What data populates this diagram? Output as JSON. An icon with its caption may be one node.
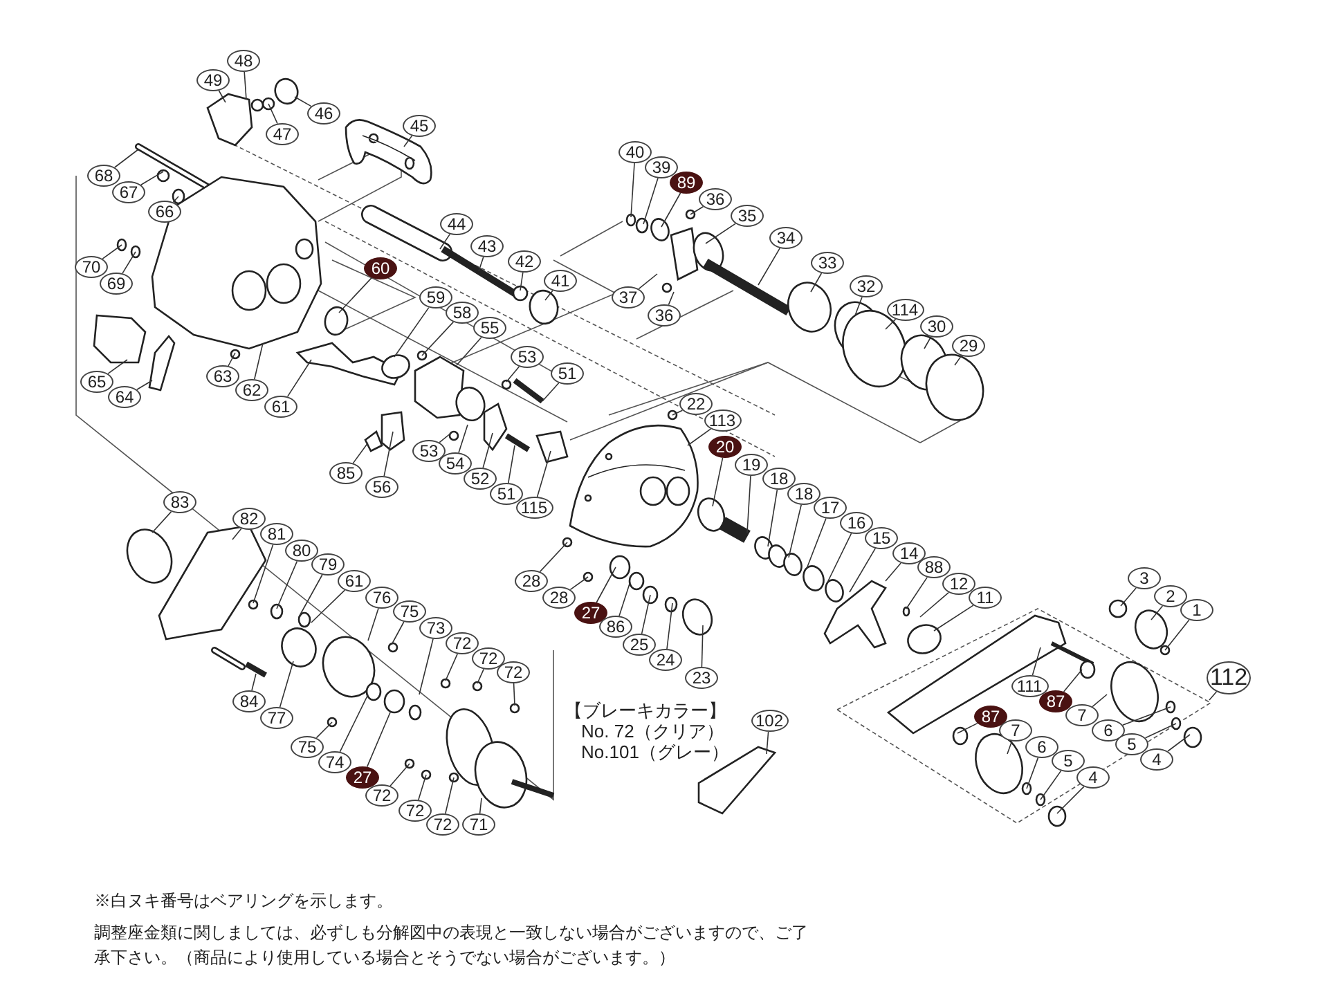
{
  "diagram": {
    "nodes": [
      {
        "text": [
          "48"
        ]
      },
      {
        "text": [
          "49"
        ]
      },
      {
        "text": [
          "46"
        ]
      },
      {
        "text": [
          "47"
        ]
      },
      {
        "text": [
          "45"
        ]
      },
      {
        "text": [
          "68"
        ]
      },
      {
        "text": [
          "67"
        ]
      },
      {
        "text": [
          "66"
        ]
      },
      {
        "text": [
          "70"
        ]
      },
      {
        "text": [
          "69"
        ]
      },
      {
        "text": [
          "44"
        ]
      },
      {
        "text": [
          "43"
        ]
      },
      {
        "text": [
          "42"
        ]
      },
      {
        "text": [
          "41"
        ]
      },
      {
        "text": [
          "60"
        ]
      },
      {
        "text": [
          "59"
        ]
      },
      {
        "text": [
          "58"
        ]
      },
      {
        "text": [
          "55"
        ]
      },
      {
        "text": [
          "65"
        ]
      },
      {
        "text": [
          "64"
        ]
      },
      {
        "text": [
          "63"
        ]
      },
      {
        "text": [
          "62"
        ]
      },
      {
        "text": [
          "61"
        ]
      },
      {
        "text": [
          "53"
        ]
      },
      {
        "text": [
          "51"
        ]
      },
      {
        "text": [
          "53"
        ]
      },
      {
        "text": [
          "54"
        ]
      },
      {
        "text": [
          "52"
        ]
      },
      {
        "text": [
          "51"
        ]
      },
      {
        "text": [
          "115"
        ]
      },
      {
        "text": [
          "85"
        ]
      },
      {
        "text": [
          "56"
        ]
      },
      {
        "text": [
          "40"
        ]
      },
      {
        "text": [
          "39"
        ]
      },
      {
        "text": [
          "89"
        ]
      },
      {
        "text": [
          "36"
        ]
      },
      {
        "text": [
          "35"
        ]
      },
      {
        "text": [
          "34"
        ]
      },
      {
        "text": [
          "33"
        ]
      },
      {
        "text": [
          "32"
        ]
      },
      {
        "text": [
          "114"
        ]
      },
      {
        "text": [
          "30"
        ]
      },
      {
        "text": [
          "29"
        ]
      },
      {
        "text": [
          "37"
        ]
      },
      {
        "text": [
          "36"
        ]
      },
      {
        "text": [
          "22"
        ]
      },
      {
        "text": [
          "113"
        ]
      },
      {
        "text": [
          "20"
        ]
      },
      {
        "text": [
          "19"
        ]
      },
      {
        "text": [
          "18"
        ]
      },
      {
        "text": [
          "18"
        ]
      },
      {
        "text": [
          "17"
        ]
      },
      {
        "text": [
          "16"
        ]
      },
      {
        "text": [
          "15"
        ]
      },
      {
        "text": [
          "14"
        ]
      },
      {
        "text": [
          "88"
        ]
      },
      {
        "text": [
          "12"
        ]
      },
      {
        "text": [
          "11"
        ]
      },
      {
        "text": [
          "28"
        ]
      },
      {
        "text": [
          "28"
        ]
      },
      {
        "text": [
          "27"
        ]
      },
      {
        "text": [
          "86"
        ]
      },
      {
        "text": [
          "25"
        ]
      },
      {
        "text": [
          "24"
        ]
      },
      {
        "text": [
          "23"
        ]
      },
      {
        "text": [
          "83"
        ]
      },
      {
        "text": [
          "82"
        ]
      },
      {
        "text": [
          "81"
        ]
      },
      {
        "text": [
          "80"
        ]
      },
      {
        "text": [
          "79"
        ]
      },
      {
        "text": [
          "61"
        ]
      },
      {
        "text": [
          "76"
        ]
      },
      {
        "text": [
          "75"
        ]
      },
      {
        "text": [
          "73"
        ]
      },
      {
        "text": [
          "72"
        ]
      },
      {
        "text": [
          "72"
        ]
      },
      {
        "text": [
          "72"
        ]
      },
      {
        "text": [
          "84"
        ]
      },
      {
        "text": [
          "77"
        ]
      },
      {
        "text": [
          "75"
        ]
      },
      {
        "text": [
          "74"
        ]
      },
      {
        "text": [
          "27"
        ]
      },
      {
        "text": [
          "72"
        ]
      },
      {
        "text": [
          "72"
        ]
      },
      {
        "text": [
          "72"
        ]
      },
      {
        "text": [
          "71"
        ]
      },
      {
        "text": [
          "3"
        ]
      },
      {
        "text": [
          "2"
        ]
      },
      {
        "text": [
          "1"
        ]
      },
      {
        "text": [
          "112"
        ]
      },
      {
        "text": [
          "111"
        ]
      },
      {
        "text": [
          "87"
        ]
      },
      {
        "text": [
          "7"
        ]
      },
      {
        "text": [
          "6"
        ]
      },
      {
        "text": [
          "5"
        ]
      },
      {
        "text": [
          "4"
        ]
      },
      {
        "text": [
          "87"
        ]
      },
      {
        "text": [
          "7"
        ]
      },
      {
        "text": [
          "6"
        ]
      },
      {
        "text": [
          "5"
        ]
      },
      {
        "text": [
          "4"
        ]
      },
      {
        "text": [
          "102"
        ]
      }
    ],
    "edges": [
      {
        "from": 0,
        "to": null,
        "arrow": "none"
      },
      {
        "from": 1,
        "to": null,
        "arrow": "none"
      },
      {
        "from": 2,
        "to": null,
        "arrow": "none"
      },
      {
        "from": 3,
        "to": null,
        "arrow": "none"
      },
      {
        "from": 4,
        "to": null,
        "arrow": "none"
      },
      {
        "from": 5,
        "to": null,
        "arrow": "none"
      },
      {
        "from": 6,
        "to": null,
        "arrow": "none"
      },
      {
        "from": 7,
        "to": null,
        "arrow": "none"
      },
      {
        "from": 8,
        "to": null,
        "arrow": "none"
      },
      {
        "from": 9,
        "to": null,
        "arrow": "none"
      },
      {
        "from": 10,
        "to": null,
        "arrow": "none"
      },
      {
        "from": 11,
        "to": null,
        "arrow": "none"
      },
      {
        "from": 12,
        "to": null,
        "arrow": "none"
      },
      {
        "from": 13,
        "to": null,
        "arrow": "none"
      },
      {
        "from": 14,
        "to": null,
        "arrow": "none"
      },
      {
        "from": 15,
        "to": null,
        "arrow": "none"
      },
      {
        "from": 16,
        "to": null,
        "arrow": "none"
      },
      {
        "from": 17,
        "to": null,
        "arrow": "none"
      },
      {
        "from": 18,
        "to": null,
        "arrow": "none"
      },
      {
        "from": 19,
        "to": null,
        "arrow": "none"
      },
      {
        "from": 20,
        "to": null,
        "arrow": "none"
      },
      {
        "from": 21,
        "to": null,
        "arrow": "none"
      },
      {
        "from": 22,
        "to": null,
        "arrow": "none"
      },
      {
        "from": 23,
        "to": null,
        "arrow": "none"
      },
      {
        "from": 24,
        "to": null,
        "arrow": "none"
      },
      {
        "from": 25,
        "to": null,
        "arrow": "none"
      },
      {
        "from": 26,
        "to": null,
        "arrow": "none"
      },
      {
        "from": 27,
        "to": null,
        "arrow": "none"
      },
      {
        "from": 28,
        "to": null,
        "arrow": "none"
      },
      {
        "from": 29,
        "to": null,
        "arrow": "none"
      },
      {
        "from": 30,
        "to": null,
        "arrow": "none"
      },
      {
        "from": 31,
        "to": null,
        "arrow": "none"
      },
      {
        "from": 32,
        "to": null,
        "arrow": "none"
      },
      {
        "from": 33,
        "to": null,
        "arrow": "none"
      },
      {
        "from": 34,
        "to": null,
        "arrow": "none"
      },
      {
        "from": 35,
        "to": null,
        "arrow": "none"
      },
      {
        "from": 36,
        "to": null,
        "arrow": "none"
      },
      {
        "from": 37,
        "to": null,
        "arrow": "none"
      },
      {
        "from": 38,
        "to": null,
        "arrow": "none"
      },
      {
        "from": 39,
        "to": null,
        "arrow": "none"
      },
      {
        "from": 40,
        "to": null,
        "arrow": "none"
      },
      {
        "from": 41,
        "to": null,
        "arrow": "none"
      },
      {
        "from": 42,
        "to": null,
        "arrow": "none"
      },
      {
        "from": 43,
        "to": null,
        "arrow": "none"
      },
      {
        "from": 44,
        "to": null,
        "arrow": "none"
      },
      {
        "from": 45,
        "to": null,
        "arrow": "none"
      },
      {
        "from": 46,
        "to": null,
        "arrow": "none"
      },
      {
        "from": 47,
        "to": null,
        "arrow": "none"
      },
      {
        "from": 48,
        "to": null,
        "arrow": "none"
      },
      {
        "from": 49,
        "to": null,
        "arrow": "none"
      },
      {
        "from": 50,
        "to": null,
        "arrow": "none"
      },
      {
        "from": 51,
        "to": null,
        "arrow": "none"
      },
      {
        "from": 52,
        "to": null,
        "arrow": "none"
      },
      {
        "from": 53,
        "to": null,
        "arrow": "none"
      },
      {
        "from": 54,
        "to": null,
        "arrow": "none"
      },
      {
        "from": 55,
        "to": null,
        "arrow": "none"
      },
      {
        "from": 56,
        "to": null,
        "arrow": "none"
      },
      {
        "from": 57,
        "to": null,
        "arrow": "none"
      },
      {
        "from": 58,
        "to": null,
        "arrow": "none"
      },
      {
        "from": 59,
        "to": null,
        "arrow": "none"
      },
      {
        "from": 60,
        "to": null,
        "arrow": "none"
      },
      {
        "from": 61,
        "to": null,
        "arrow": "none"
      },
      {
        "from": 62,
        "to": null,
        "arrow": "none"
      },
      {
        "from": 63,
        "to": null,
        "arrow": "none"
      },
      {
        "from": 64,
        "to": null,
        "arrow": "none"
      },
      {
        "from": 65,
        "to": null,
        "arrow": "none"
      },
      {
        "from": 66,
        "to": null,
        "arrow": "none"
      },
      {
        "from": 67,
        "to": null,
        "arrow": "none"
      },
      {
        "from": 68,
        "to": null,
        "arrow": "none"
      },
      {
        "from": 69,
        "to": null,
        "arrow": "none"
      },
      {
        "from": 70,
        "to": null,
        "arrow": "none"
      },
      {
        "from": 71,
        "to": null,
        "arrow": "none"
      },
      {
        "from": 72,
        "to": null,
        "arrow": "none"
      },
      {
        "from": 73,
        "to": null,
        "arrow": "none"
      },
      {
        "from": 74,
        "to": null,
        "arrow": "none"
      },
      {
        "from": 75,
        "to": null,
        "arrow": "none"
      },
      {
        "from": 76,
        "to": null,
        "arrow": "none"
      },
      {
        "from": 77,
        "to": null,
        "arrow": "none"
      },
      {
        "from": 78,
        "to": null,
        "arrow": "none"
      },
      {
        "from": 79,
        "to": null,
        "arrow": "none"
      },
      {
        "from": 80,
        "to": null,
        "arrow": "none"
      },
      {
        "from": 81,
        "to": null,
        "arrow": "none"
      },
      {
        "from": 82,
        "to": null,
        "arrow": "none"
      },
      {
        "from": 83,
        "to": null,
        "arrow": "none"
      },
      {
        "from": 84,
        "to": null,
        "arrow": "none"
      },
      {
        "from": 85,
        "to": null,
        "arrow": "none"
      },
      {
        "from": 86,
        "to": null,
        "arrow": "none"
      },
      {
        "from": 87,
        "to": null,
        "arrow": "none"
      },
      {
        "from": 88,
        "to": null,
        "arrow": "none"
      },
      {
        "from": 89,
        "to": null,
        "arrow": "none"
      },
      {
        "from": 90,
        "to": null,
        "arrow": "none"
      },
      {
        "from": 91,
        "to": null,
        "arrow": "none"
      },
      {
        "from": 92,
        "to": null,
        "arrow": "none"
      },
      {
        "from": 93,
        "to": null,
        "arrow": "none"
      },
      {
        "from": 94,
        "to": null,
        "arrow": "none"
      },
      {
        "from": 95,
        "to": null,
        "arrow": "none"
      },
      {
        "from": 96,
        "to": null,
        "arrow": "none"
      },
      {
        "from": 97,
        "to": null,
        "arrow": "none"
      },
      {
        "from": 98,
        "to": null,
        "arrow": "none"
      },
      {
        "from": 99,
        "to": null,
        "arrow": "none"
      },
      {
        "from": 100,
        "to": null,
        "arrow": "none"
      },
      {
        "from": 101,
        "to": null,
        "arrow": "none"
      }
    ],
    "labels": [
      "【ブレーキカラー】",
      "No.  72（クリア）",
      "No.101（グレー）",
      "※白ヌキ番号はベアリングを示します。",
      "調整座金類に関しましては、必ずしも分解図中の表現と一致しない場合がございますので、ご了承下さい。（商品により使用している場合とそうでない場合がございます。）"
    ]
  }
}
